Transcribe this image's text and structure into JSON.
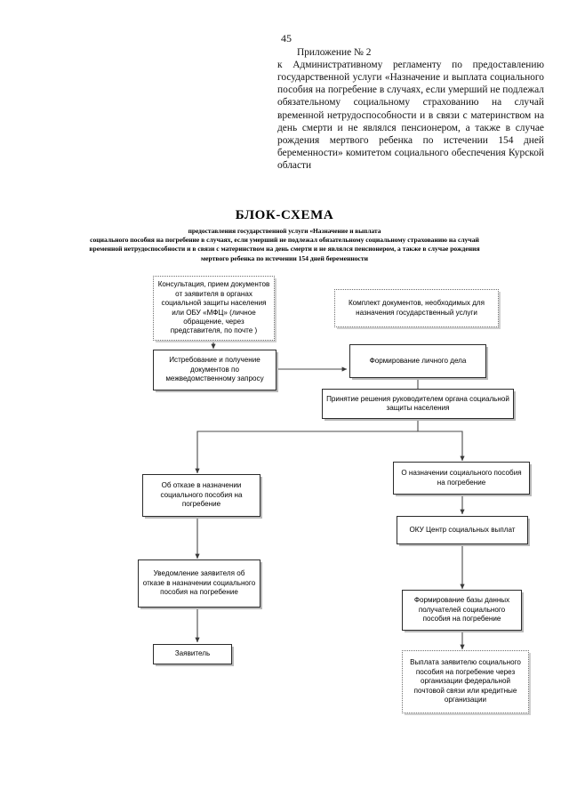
{
  "document": {
    "page_number": "45",
    "appendix_label": "Приложение № 2",
    "header_paragraph": "к Административному регламенту   по предоставлению государственной услуги «Назначение и выплата социального пособия на погребение в случаях, если умерший не подлежал обязательному социальному страхованию на случай временной нетрудоспособности и в связи с материнством на день смерти и не являлся пенсионером, а также в случае рождения мертвого ребенка по истечении 154 дней беременности» комитетом социального обеспечения Курской области",
    "title": "БЛОК-СХЕМА",
    "subtitle_lines": [
      "предоставления государственной услуги «Назначение и выплата",
      "социального пособия на погребение в случаях, если умерший не подлежал обязательному социальному страхованию на случай",
      "временной нетрудоспособности и в связи с материнством на день смерти и не являлся пенсионером, а также в случае рождения",
      "мертвого ребенка по истечении 154 дней беременности"
    ]
  },
  "flowchart": {
    "nodes": [
      {
        "id": "consultation",
        "text": "Консультация, прием документов от заявителя в органах социальной защиты населения или  ОБУ «МФЦ» (личное обращение, через представителя, по почте )",
        "style": "dotted"
      },
      {
        "id": "documents-set",
        "text": "Комплект документов, необходимых для назначения государственный услуги",
        "style": "dotted"
      },
      {
        "id": "interdepartmental-request",
        "text": "Истребование и получение документов по межведомственному запросу",
        "style": "solid"
      },
      {
        "id": "personal-file",
        "text": "Формирование личного дела",
        "style": "solid"
      },
      {
        "id": "decision",
        "text": "Принятие решения руководителем органа социальной защиты населения",
        "style": "solid"
      },
      {
        "id": "refusal",
        "text": "Об отказе в назначении социального пособия на погребение",
        "style": "solid"
      },
      {
        "id": "approval",
        "text": "О назначении социального пособия на погребение",
        "style": "solid"
      },
      {
        "id": "payment-center",
        "text": "ОКУ Центр социальных выплат",
        "style": "solid"
      },
      {
        "id": "refusal-notice",
        "text": "Уведомление заявителя об отказе в назначении социального пособия на погребение",
        "style": "solid"
      },
      {
        "id": "database",
        "text": "Формирование базы данных получателей социального пособия на погребение",
        "style": "solid"
      },
      {
        "id": "applicant",
        "text": "Заявитель",
        "style": "solid"
      },
      {
        "id": "payout",
        "text": "Выплата заявителю социального пособия на погребение через организации федеральной почтовой связи или кредитные организации",
        "style": "dotted"
      }
    ]
  }
}
